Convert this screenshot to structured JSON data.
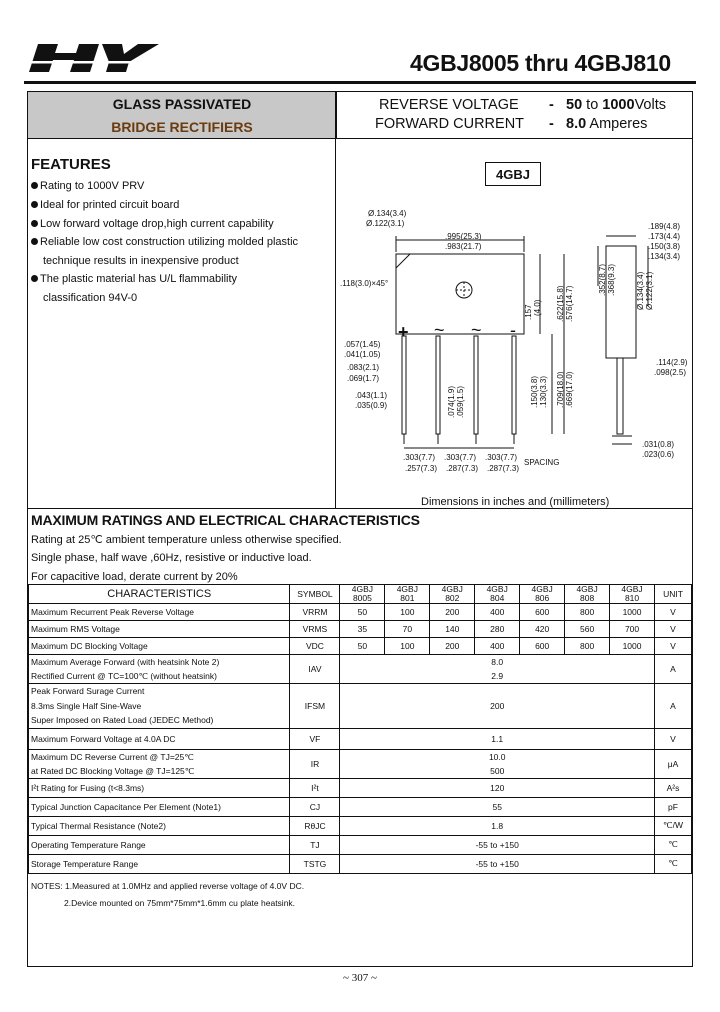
{
  "header": {
    "logo_text": "HY",
    "part_title": "4GBJ8005 thru 4GBJ810"
  },
  "left_header": {
    "line1": "GLASS PASSIVATED",
    "line2": "BRIDGE RECTIFIERS"
  },
  "right_header": {
    "reverse_voltage_label": "REVERSE VOLTAGE",
    "reverse_voltage_dash": "-",
    "reverse_voltage_min": "50",
    "reverse_voltage_to": "to",
    "reverse_voltage_max": "1000",
    "reverse_voltage_unit": "Volts",
    "forward_current_label": "FORWARD CURRENT",
    "forward_current_dash": "-",
    "forward_current_value": "8.0",
    "forward_current_unit": "Amperes"
  },
  "features": {
    "heading": "FEATURES",
    "items": [
      {
        "text": "Rating  to 1000V PRV",
        "bullet": true
      },
      {
        "text": "Ideal for printed circuit board",
        "bullet": true
      },
      {
        "text": "Low forward voltage drop,high current capability",
        "bullet": true
      },
      {
        "text": "Reliable low cost construction utilizing molded plastic",
        "bullet": true
      },
      {
        "text": "technique results in inexpensive product",
        "bullet": false
      },
      {
        "text": "The plastic material has U/L flammability",
        "bullet": true
      },
      {
        "text": "classification 94V-0",
        "bullet": false
      }
    ]
  },
  "package": {
    "name": "4GBJ",
    "dims": {
      "hole1": "Ø.134(3.4)",
      "hole2": "Ø.122(3.1)",
      "w1": ".995(25.3)",
      "w2": ".983(21.7)",
      "r1": ".189(4.8)",
      "r2": ".173(4.4)",
      "r3": ".150(3.8)",
      "r4": ".134(3.4)",
      "chamfer": ".118(3.0)×45°",
      "h1": ".157",
      "h1b": "(4.0)",
      "h2": ".622(15.8)",
      "h2b": ".576(14.7)",
      "h3": ".352(8.7)",
      "h3b": ".368(9.3)",
      "h4": "Ø.134(3.4)",
      "h4b": "Ø.122(3.1)",
      "l1": ".057(1.45)",
      "l2": ".041(1.05)",
      "l3": ".083(2.1)",
      "l4": ".069(1.7)",
      "l5": ".043(1.1)",
      "l6": ".035(0.9)",
      "c1": ".074(1.9)",
      "c2": ".059(1.5)",
      "c3": ".150(3.8)",
      "c4": ".130(3.3)",
      "c5": ".709(18.0)",
      "c6": ".669(17.0)",
      "rr1": ".114(2.9)",
      "rr2": ".098(2.5)",
      "b1": ".303(7.7)",
      "b2": ".257(7.3)",
      "b3": ".303(7.7)",
      "b4": ".287(7.3)",
      "b5": ".303(7.7)",
      "b6": ".287(7.3)",
      "spacing": "SPACING",
      "t1": ".031(0.8)",
      "t2": ".023(0.6)",
      "plus": "+",
      "tilde": "~",
      "minus": "-"
    },
    "caption": "Dimensions in inches and (millimeters)"
  },
  "ratings": {
    "heading": "MAXIMUM RATINGS AND ELECTRICAL CHARACTERISTICS",
    "lines": [
      "Rating at 25℃ ambient temperature unless otherwise specified.",
      "Single phase, half wave ,60Hz, resistive or inductive load.",
      "For capacitive load, derate current by 20%"
    ]
  },
  "table": {
    "head": {
      "characteristics": "CHARACTERISTICS",
      "symbol": "SYMBOL",
      "cols": [
        [
          "4GBJ",
          "8005"
        ],
        [
          "4GBJ",
          "801"
        ],
        [
          "4GBJ",
          "802"
        ],
        [
          "4GBJ",
          "804"
        ],
        [
          "4GBJ",
          "806"
        ],
        [
          "4GBJ",
          "808"
        ],
        [
          "4GBJ",
          "810"
        ]
      ],
      "unit": "UNIT"
    },
    "rows": {
      "vrrm": {
        "label": "Maximum Recurrent Peak Reverse Voltage",
        "symbol": "VRRM",
        "values": [
          "50",
          "100",
          "200",
          "400",
          "600",
          "800",
          "1000"
        ],
        "unit": "V"
      },
      "vrms": {
        "label": "Maximum RMS Voltage",
        "symbol": "VRMS",
        "values": [
          "35",
          "70",
          "140",
          "280",
          "420",
          "560",
          "700"
        ],
        "unit": "V"
      },
      "vdc": {
        "label": "Maximum DC Blocking Voltage",
        "symbol": "VDC",
        "values": [
          "50",
          "100",
          "200",
          "400",
          "600",
          "800",
          "1000"
        ],
        "unit": "V"
      },
      "iav": {
        "label1": "Maximum Average   Forward   (with heatsink Note 2)",
        "label2": "Rectified  Current       @ TC=100℃   (without heatsink)",
        "symbol": "IAV",
        "value1": "8.0",
        "value2": "2.9",
        "unit": "A"
      },
      "ifsm": {
        "label1": "Peak Forward Surage Current",
        "label2": "8.3ms Single Half Sine-Wave",
        "label3": "Super Imposed on Rated Load (JEDEC Method)",
        "symbol": "IFSM",
        "value": "200",
        "unit": "A"
      },
      "vf": {
        "label": "Maximum  Forward Voltage at 4.0A DC",
        "symbol": "VF",
        "value": "1.1",
        "unit": "V"
      },
      "ir": {
        "label1": "Maximum  DC Reverse Current         @ TJ=25℃",
        "label2": "at Rated DC Blocking Voltage         @ TJ=125℃",
        "symbol": "IR",
        "value1": "10.0",
        "value2": "500",
        "unit": "μA"
      },
      "i2t": {
        "label": "I²t Rating for Fusing (t<8.3ms)",
        "symbol": "I²t",
        "value": "120",
        "unit": "A²s"
      },
      "cj": {
        "label": "Typical Junction Capacitance Per Element (Note1)",
        "symbol": "CJ",
        "value": "55",
        "unit": "pF"
      },
      "rtheta": {
        "label": "Typical Thermal Resistance (Note2)",
        "symbol": "RθJC",
        "value": "1.8",
        "unit": "℃/W"
      },
      "tj": {
        "label": "Operating  Temperature Range",
        "symbol": "TJ",
        "value": "-55 to +150",
        "unit": "℃"
      },
      "tstg": {
        "label": "Storage Temperature Range",
        "symbol": "TSTG",
        "value": "-55 to +150",
        "unit": "℃"
      }
    }
  },
  "notes": {
    "n1": "NOTES: 1.Measured at 1.0MHz and applied reverse voltage of 4.0V DC.",
    "n2": "2.Device mounted on 75mm*75mm*1.6mm cu plate heatsink."
  },
  "footer": {
    "page": "~ 307 ~"
  }
}
